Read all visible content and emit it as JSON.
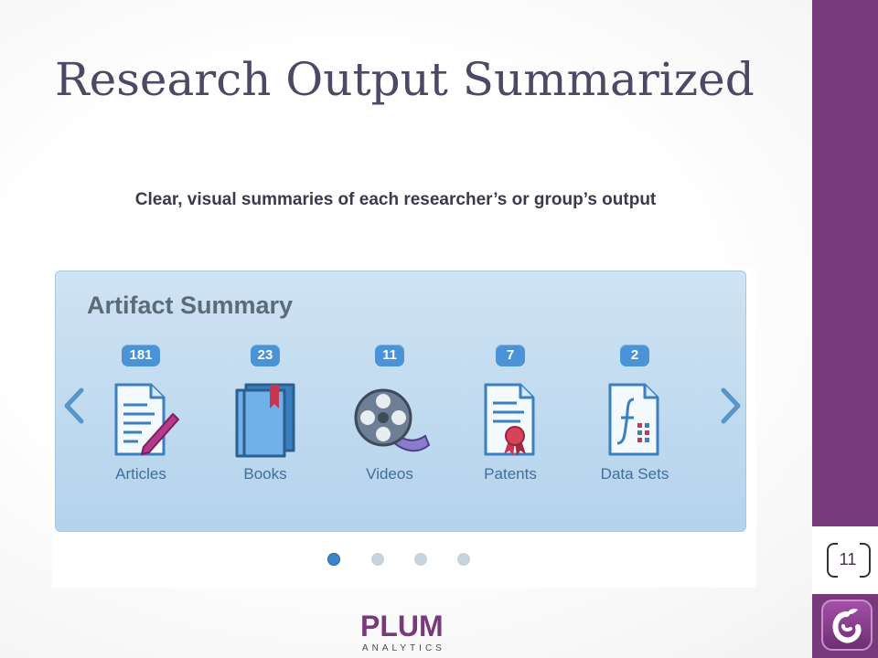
{
  "slide": {
    "title": "Research Output Summarized",
    "subtitle": "Clear, visual summaries of each researcher’s or group’s output",
    "page_number": "11"
  },
  "panel": {
    "title": "Artifact Summary",
    "artifacts": [
      {
        "label": "Articles",
        "count": "181",
        "icon": "article-icon"
      },
      {
        "label": "Books",
        "count": "23",
        "icon": "book-icon"
      },
      {
        "label": "Videos",
        "count": "11",
        "icon": "film-reel-icon"
      },
      {
        "label": "Patents",
        "count": "7",
        "icon": "patent-certificate-icon"
      },
      {
        "label": "Data Sets",
        "count": "2",
        "icon": "data-set-icon"
      }
    ],
    "carousel_pages": 4,
    "active_page": 1
  },
  "logo": {
    "word": "PLUM",
    "sub": "ANALYTICS"
  },
  "colors": {
    "brand_purple": "#783a7b",
    "badge_blue": "#4a93d6",
    "panel_blue": "#c3dcf0"
  }
}
